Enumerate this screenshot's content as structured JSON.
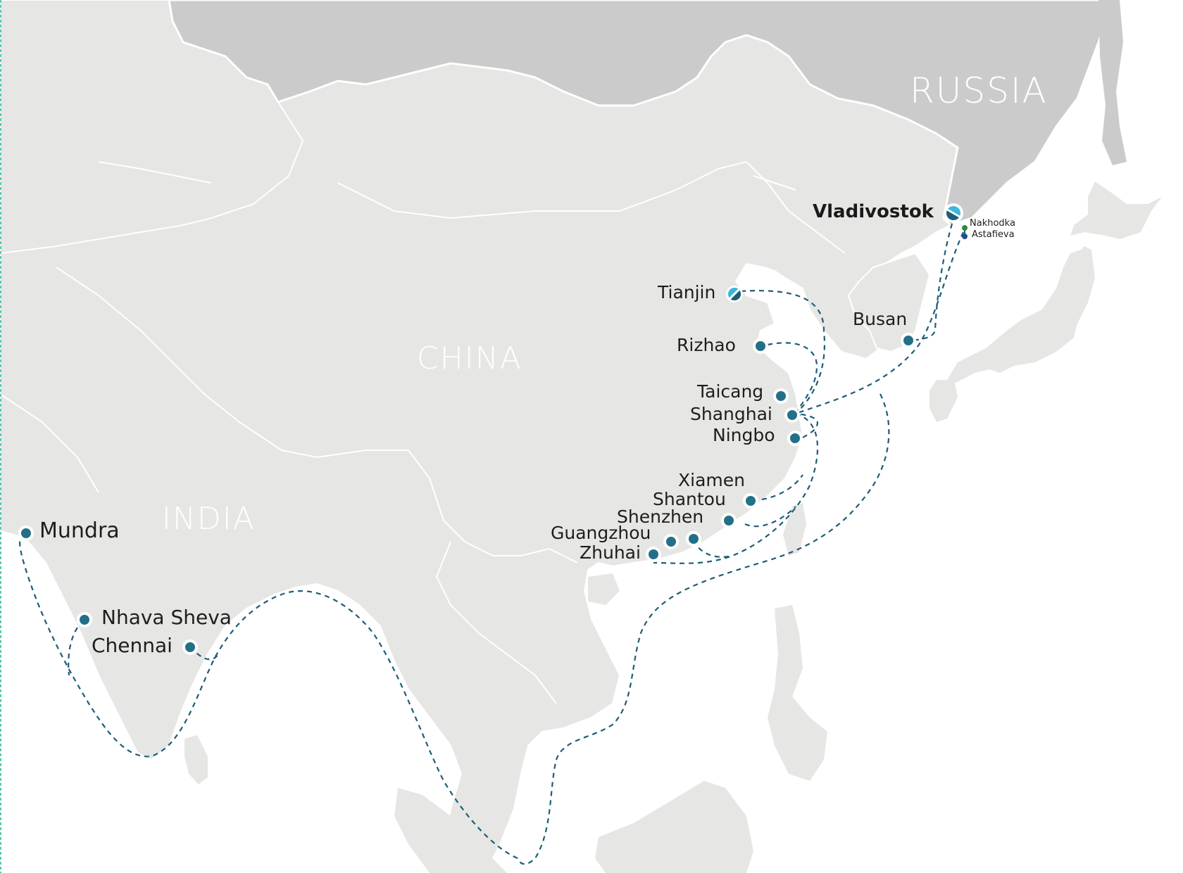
{
  "map": {
    "colors": {
      "sea": "#ffffff",
      "land": "#e6e6e4",
      "russia": "#cbcbcb",
      "border": "#ffffff",
      "route": "#1d5d77",
      "port_dot": "#236f87",
      "hub_light": "#3bb7dc",
      "hub_dark": "#1d5d77",
      "nakhodka_dot": "#2e8b3e",
      "astafieva_dot": "#1d4f8a",
      "edge_line": "#5cc8b0"
    },
    "countries": [
      {
        "name": "RUSSIA"
      },
      {
        "name": "CHINA"
      },
      {
        "name": "INDIA"
      }
    ],
    "hub": {
      "name": "Vladivostok",
      "icon": "hub-terminal-icon"
    },
    "secondary_ports": [
      {
        "name": "Nakhodka"
      },
      {
        "name": "Astafieva"
      }
    ],
    "ports": [
      {
        "name": "Tianjin",
        "icon": "hub-terminal-icon"
      },
      {
        "name": "Rizhao"
      },
      {
        "name": "Busan"
      },
      {
        "name": "Taicang"
      },
      {
        "name": "Shanghai"
      },
      {
        "name": "Ningbo"
      },
      {
        "name": "Xiamen"
      },
      {
        "name": "Shantou"
      },
      {
        "name": "Shenzhen"
      },
      {
        "name": "Guangzhou"
      },
      {
        "name": "Zhuhai"
      },
      {
        "name": "Mundra"
      },
      {
        "name": "Nhava Sheva"
      },
      {
        "name": "Chennai"
      }
    ]
  }
}
